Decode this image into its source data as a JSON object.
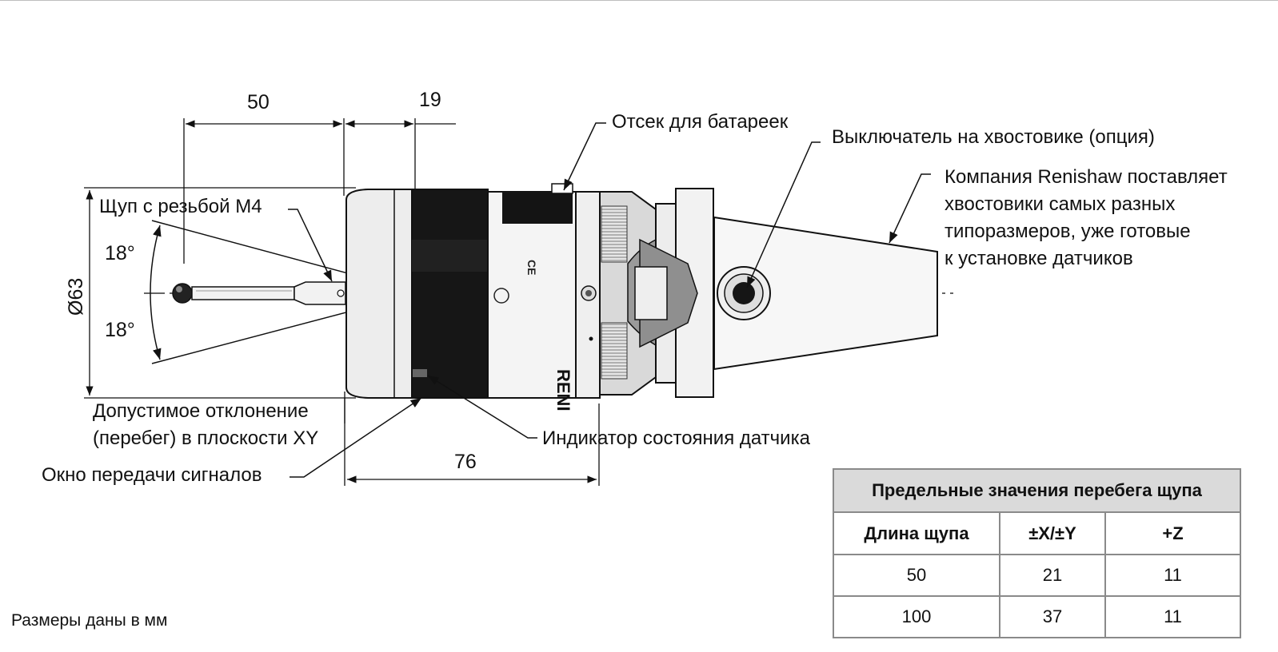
{
  "dimensions": {
    "stylus_length": "50",
    "offset": "19",
    "diameter": "Ø63",
    "body_length": "76",
    "angle_top": "18°",
    "angle_bottom": "18°"
  },
  "labels": {
    "stylus": "Щуп с резьбой M4",
    "battery": "Отсек для батареек",
    "shank_switch": "Выключатель на хвостовике (опция)",
    "shanks": [
      "Компания Renishaw поставляет",
      "хвостовики самых разных",
      "типоразмеров, уже готовые",
      "к установке датчиков"
    ],
    "overtravel": [
      "Допустимое отклонение",
      "(перебег) в плоскости XY"
    ],
    "window": "Окно передачи сигналов",
    "indicator": "Индикатор состояния датчика"
  },
  "table": {
    "title": "Предельные значения перебега щупа",
    "headers": [
      "Длина щупа",
      "±X/±Y",
      "+Z"
    ],
    "rows": [
      [
        "50",
        "21",
        "11"
      ],
      [
        "100",
        "37",
        "11"
      ]
    ]
  },
  "units_note": "Размеры даны в мм",
  "colors": {
    "body": "#151515",
    "outline": "#2a2a2a",
    "sleeve": "#ececec",
    "knurl": "#8c8c8c"
  }
}
